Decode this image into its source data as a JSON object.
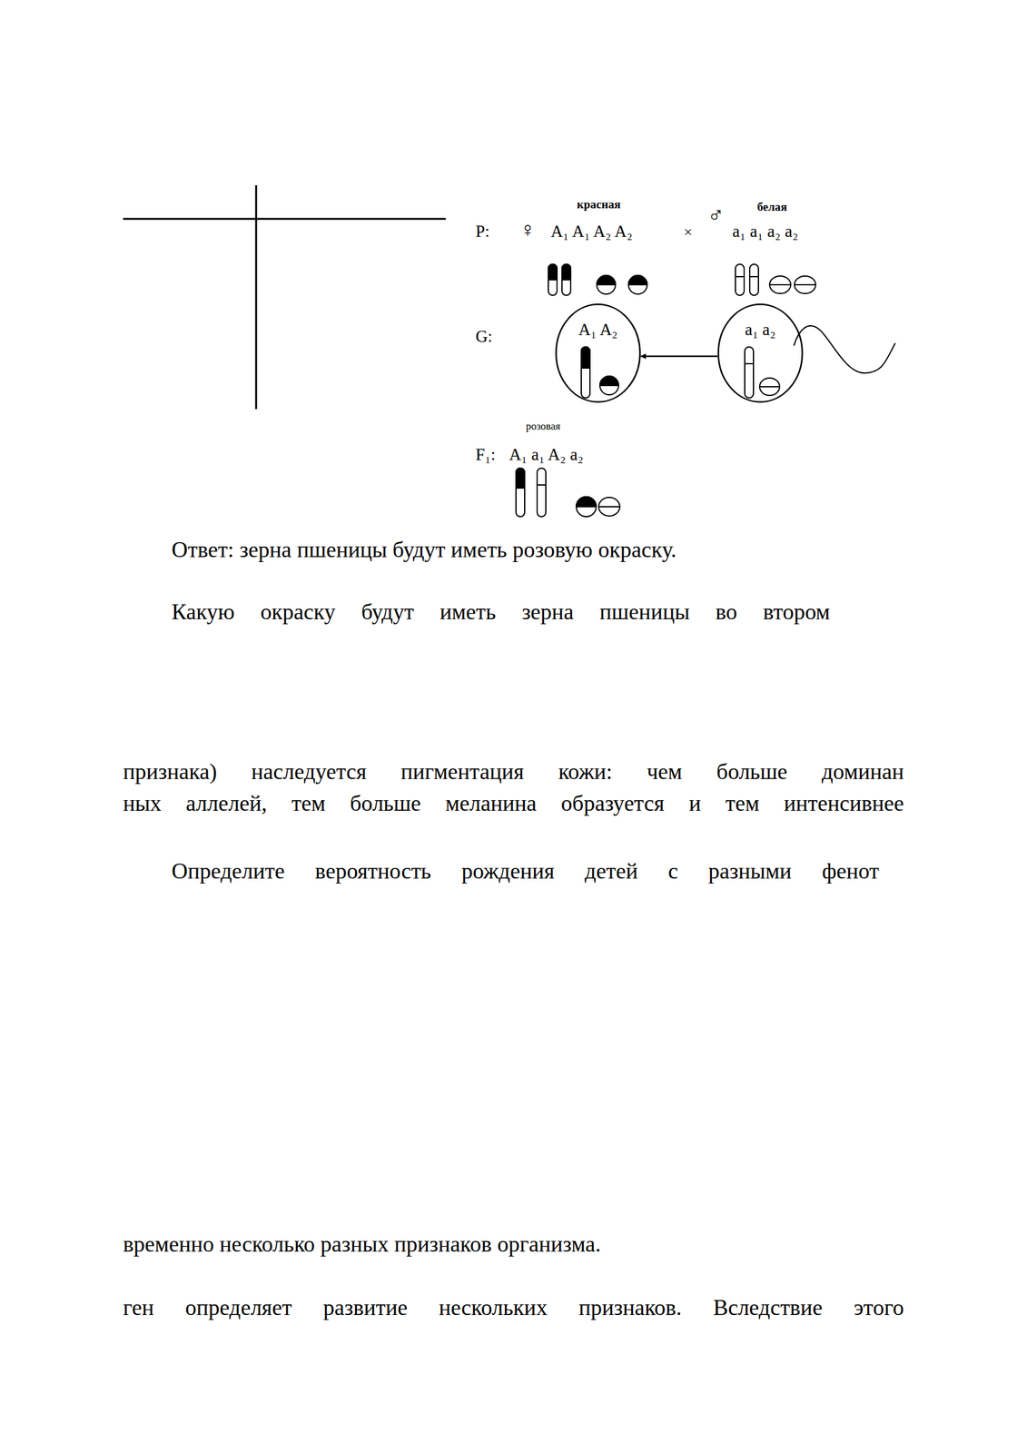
{
  "diagram": {
    "nodes": [
      {
        "text": [
          "A₁ A₂"
        ]
      },
      {
        "text": [
          "a₁ a₂"
        ]
      }
    ],
    "edges": [
      {
        "from": 1,
        "to": 0,
        "arrow": "to"
      }
    ],
    "labels": [
      "красная",
      "белая",
      "P:",
      "♀",
      "A₁ A₁ A₂ A₂",
      "×",
      "♂",
      "a₁ a₁ a₂ a₂",
      "G:",
      "розовая",
      "F₁:",
      "A₁ a₁ A₂ a₂",
      "Ответ: зерна пшеницы будут иметь розовую окраску.",
      "Какую окраску будут иметь зерна пшеницы во втором",
      "признака) наследуется пигментация кожи: чем больше доминан",
      "ных аллелей, тем больше меланина образуется и тем интенсивнее",
      "Определите вероятность рождения детей с разными фенот",
      "временно несколько разных признаков организма.",
      "ген определяет развитие нескольких признаков. Вследствие этого"
    ]
  }
}
